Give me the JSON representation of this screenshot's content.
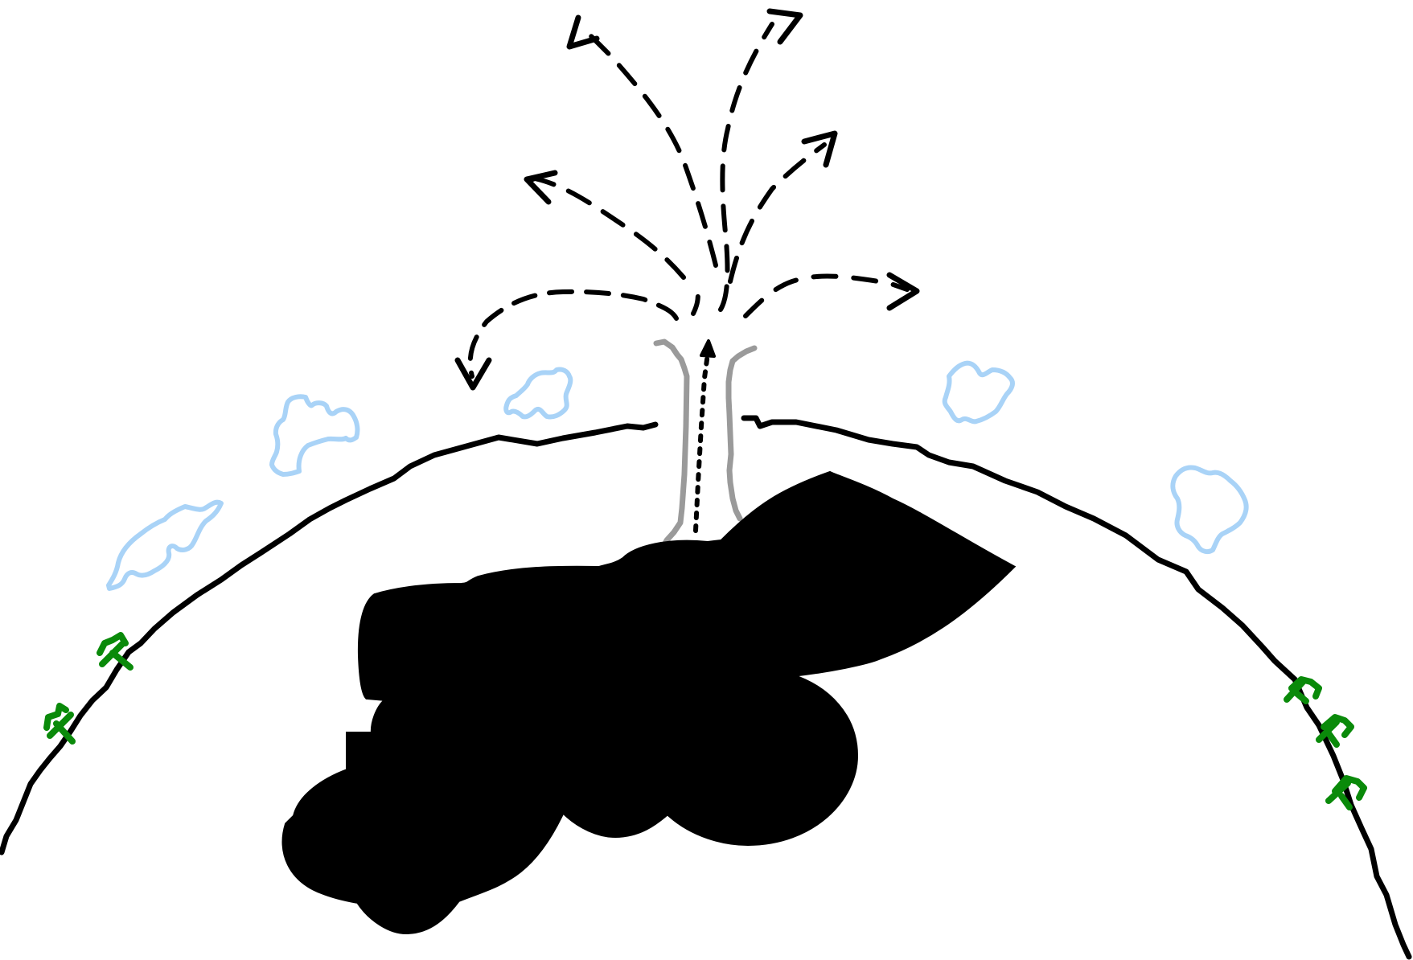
{
  "colors": {
    "background": "#ffffff",
    "ink": "#000000",
    "conduit": "#9a9a9a",
    "cloud": "#a9d3f7",
    "vegetation": "#0a8a0a"
  },
  "icons": {
    "clouds": "cloud-icon",
    "plants": "sprout-icon",
    "arrows": "arrowhead-icon"
  },
  "elements": {
    "volcano_outline": "volcano-slope",
    "magma_chamber": "magma-chamber",
    "vent": "volcanic-vent"
  }
}
